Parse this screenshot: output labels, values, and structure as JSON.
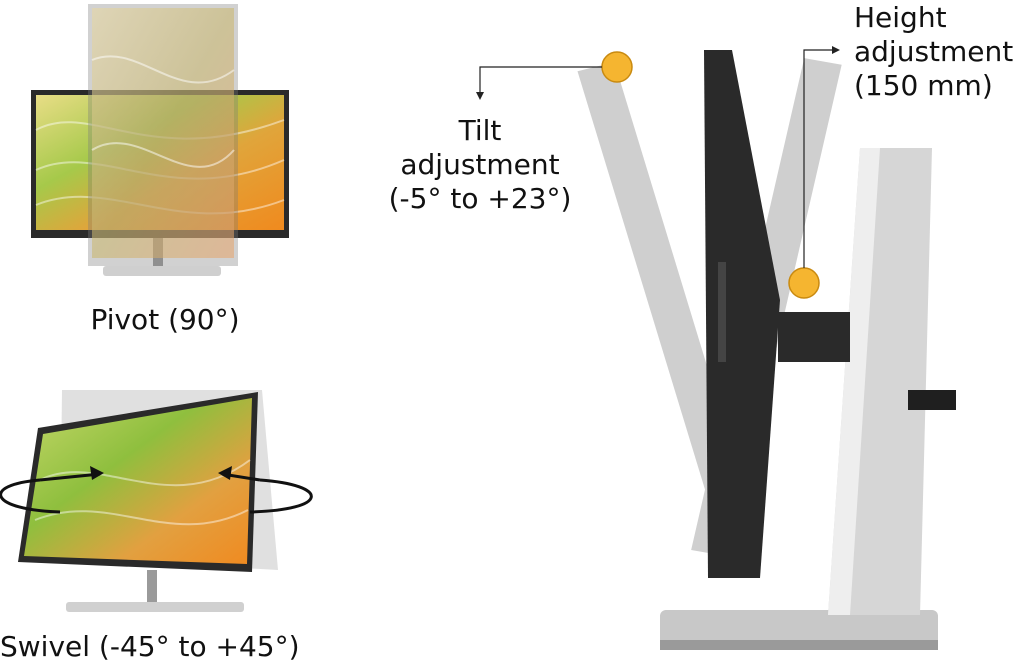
{
  "pivot": {
    "label": "Pivot (90°)"
  },
  "swivel": {
    "label": "Swivel (-45° to +45°)"
  },
  "tilt": {
    "line1": "Tilt",
    "line2": "adjustment",
    "line3": "(-5° to +23°)"
  },
  "height": {
    "line1": "Height",
    "line2": "adjustment",
    "line3": "(150 mm)"
  },
  "colors": {
    "marker": "#f5b530",
    "marker_stroke": "#c98a10",
    "bezel": "#2a2a2a",
    "stand": "#c8c8c8",
    "ghost": "#cfcfcf"
  },
  "icons": [
    "pivot-monitor-illustration",
    "swivel-monitor-illustration",
    "tilt-marker-icon",
    "height-marker-icon",
    "swivel-arrow-icon"
  ]
}
